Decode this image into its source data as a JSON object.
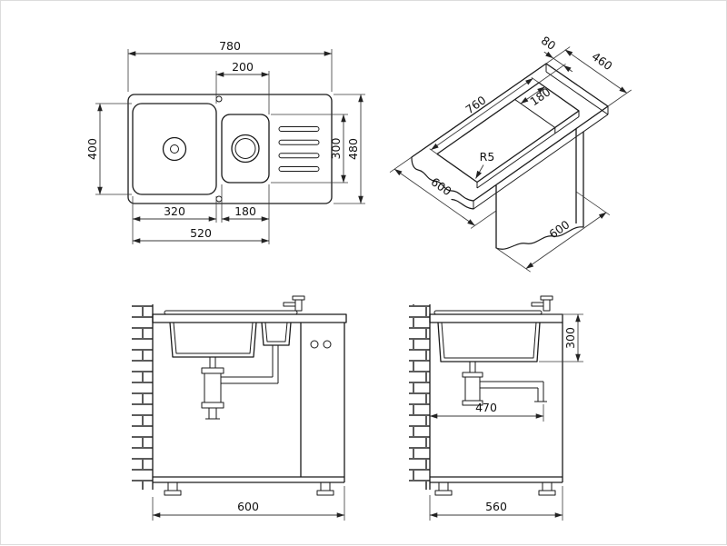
{
  "canvas": {
    "background": "#ffffff",
    "line_color": "#1a1a1a",
    "dim_color": "#3a3a3a"
  },
  "drawing": {
    "subject": "Kitchen sink with drainer and base cabinet - dimensioned installation drawing",
    "plan": {
      "total_width": "780",
      "small_bowl_module": "200",
      "main_bowl_depth": "400",
      "drainer_depth": "300",
      "total_depth": "480",
      "main_bowl_width": "320",
      "small_bowl_width": "180",
      "bowls_span": "520"
    },
    "isometric": {
      "back_rim": "80",
      "worktop_depth": "460",
      "cutout_length": "760",
      "small_cutout_width": "180",
      "corner_radius": "R5",
      "cabinet_width": "600",
      "cabinet_depth": "600"
    },
    "front_section": {
      "cabinet_width": "600"
    },
    "side_section": {
      "bowl_depth": "300",
      "trap_offset": "470",
      "cabinet_depth": "560"
    }
  }
}
